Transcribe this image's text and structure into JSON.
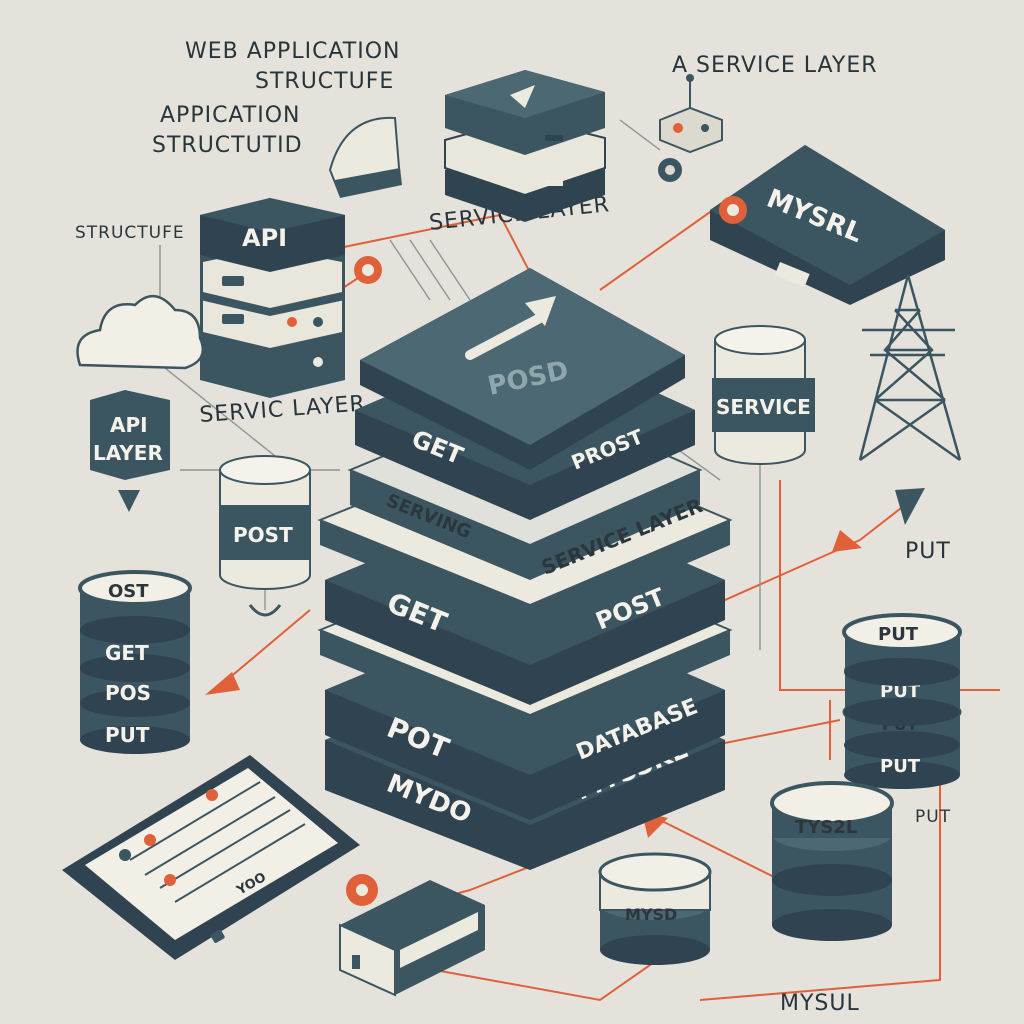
{
  "titles": {
    "main_line1": "WEB APPLICATION",
    "main_line2": "STRUCTUFE",
    "sub_line1": "APPICATION",
    "sub_line2": "STRUCTUTID",
    "structure": "STRUCTUFE",
    "a_service_layer": "A SERVICE LAYER",
    "service_layer_top": "SERVICE LAYER",
    "service_layer_left": "SERVIC LAYER"
  },
  "api_stack": {
    "label": "API"
  },
  "api_layer": {
    "line1": "API",
    "line2": "LAYER"
  },
  "post_cylinder": {
    "label": "POST"
  },
  "service_cylinder": {
    "label": "SERVICE"
  },
  "mysrl_server": {
    "label": "MYSRL"
  },
  "left_db": {
    "disks": [
      "OST",
      "GET",
      "POS",
      "PUT"
    ]
  },
  "center_stack": {
    "top_label": "POSD",
    "layer1_left": "GET",
    "layer1_right": "PROST",
    "layer2_left": "SERVING",
    "layer2_right": "SERVICE LAYER",
    "layer3_left": "GET",
    "layer3_right": "POST",
    "layer4_right": "DATABASE",
    "layer5_left": "POT",
    "layer5_mid": "MYDO",
    "layer5_right": "MYSSKL"
  },
  "right_db": {
    "disks": [
      "PUT",
      "PUT",
      "PUT",
      "PUT"
    ]
  },
  "put_labels": {
    "upper": "PUT",
    "lower": "PUT"
  },
  "tys_db": {
    "label": "TYS2L"
  },
  "mysd_db": {
    "label": "MYSD"
  },
  "tablet": {
    "label": "YOO"
  },
  "bottom_label": "MYSUL",
  "colors": {
    "dark": "#3c5661",
    "light": "#ece9df",
    "accent": "#e0603a",
    "background": "#e4e2db"
  }
}
